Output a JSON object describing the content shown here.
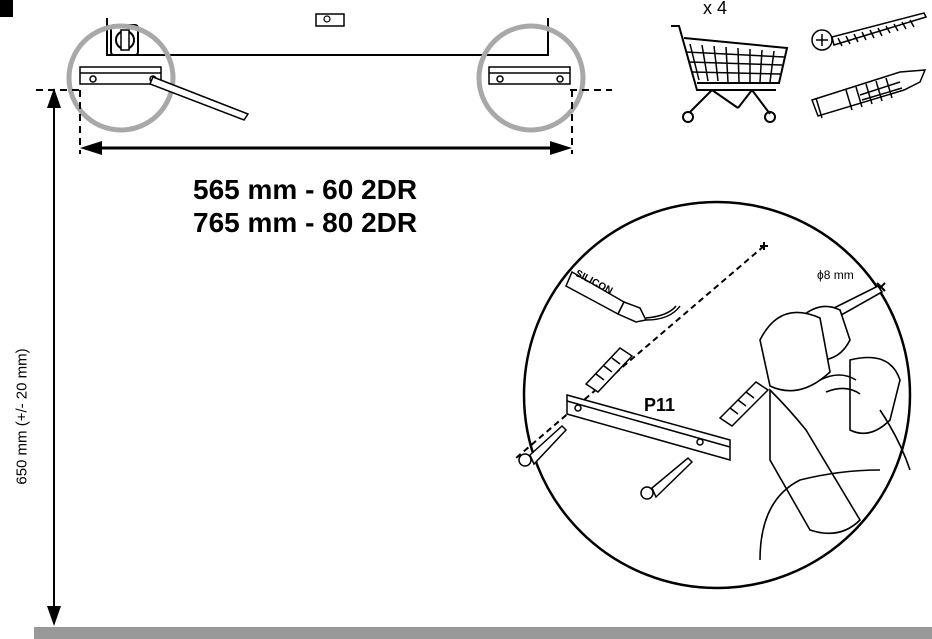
{
  "dimensions": {
    "line1": "565 mm - 60 2DR",
    "line2": "765 mm - 80 2DR"
  },
  "quantity": "x 4",
  "height": "650 mm (+/- 20 mm)",
  "drill_size": "ϕ8 mm",
  "sealant": "SILICON",
  "part_label": "P11"
}
